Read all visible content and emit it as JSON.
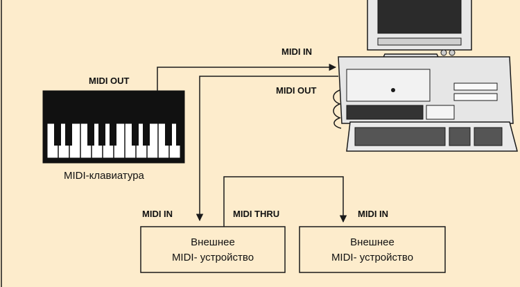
{
  "colors": {
    "background": "#fdeccc",
    "line": "#1a1a1a",
    "keyboard_body": "#111111",
    "computer_body": "#e6e6e6"
  },
  "labels": {
    "computer_midi_in": "MIDI IN",
    "computer_midi_out": "MIDI OUT",
    "keyboard_midi_out": "MIDI OUT",
    "device1_midi_in": "MIDI IN",
    "device1_midi_thru": "MIDI THRU",
    "device2_midi_in": "MIDI IN"
  },
  "keyboard": {
    "caption": "MIDI-клавиатура",
    "icon": "piano-keyboard-icon"
  },
  "computer": {
    "icon": "desktop-computer-icon"
  },
  "devices": [
    {
      "line1": "Внешнее",
      "line2": "MIDI- устройство"
    },
    {
      "line1": "Внешнее",
      "line2": "MIDI- устройство"
    }
  ]
}
